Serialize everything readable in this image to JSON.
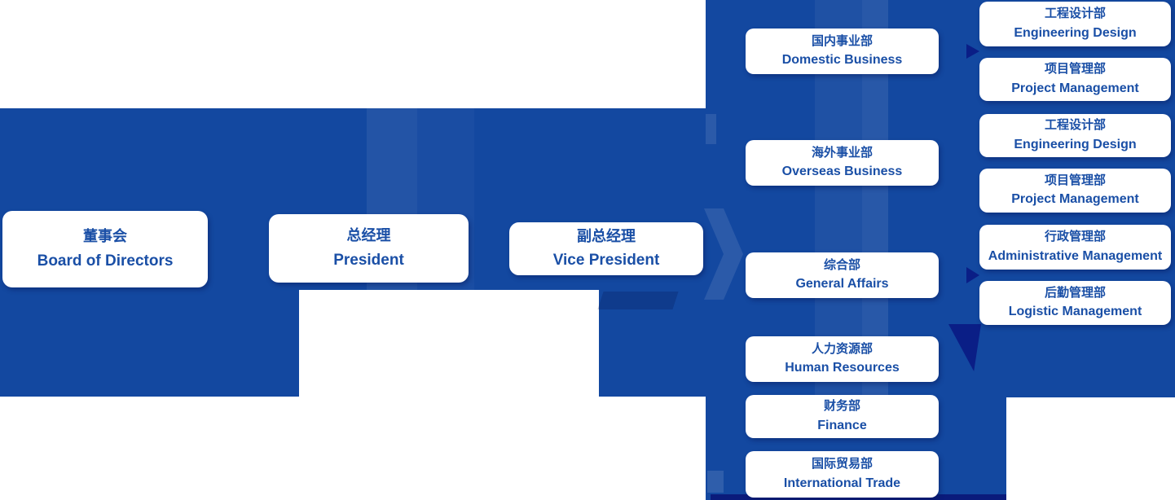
{
  "org_chart": {
    "type": "organization-chart",
    "colors": {
      "background_blue": "#1348A0",
      "box_background": "#FFFFFF",
      "box_text_blue": "#1A4FA6",
      "dark_navy_accent": "#0A1B7B"
    },
    "executives": [
      {
        "zh": "董事会",
        "en": "Board of Directors"
      },
      {
        "zh": "总经理",
        "en": "President"
      },
      {
        "zh": "副总经理",
        "en": "Vice President"
      }
    ],
    "departments": [
      {
        "zh": "国内事业部",
        "en": "Domestic Business"
      },
      {
        "zh": "海外事业部",
        "en": "Overseas Business"
      },
      {
        "zh": "综合部",
        "en": "General Affairs"
      },
      {
        "zh": "人力资源部",
        "en": "Human Resources"
      },
      {
        "zh": "财务部",
        "en": "Finance"
      },
      {
        "zh": "国际贸易部",
        "en": "International Trade"
      }
    ],
    "sub_departments": [
      {
        "zh": "工程设计部",
        "en": "Engineering Design",
        "parent": "国内事业部 Domestic Business"
      },
      {
        "zh": "项目管理部",
        "en": "Project Management",
        "parent": "国内事业部 Domestic Business"
      },
      {
        "zh": "工程设计部",
        "en": "Engineering Design",
        "parent": "海外事业部 Overseas Business"
      },
      {
        "zh": "项目管理部",
        "en": "Project Management",
        "parent": "海外事业部 Overseas Business"
      },
      {
        "zh": "行政管理部",
        "en": "Administrative Management",
        "parent": "综合部 General Affairs"
      },
      {
        "zh": "后勤管理部",
        "en": "Logistic Management",
        "parent": "综合部 General Affairs"
      }
    ]
  }
}
